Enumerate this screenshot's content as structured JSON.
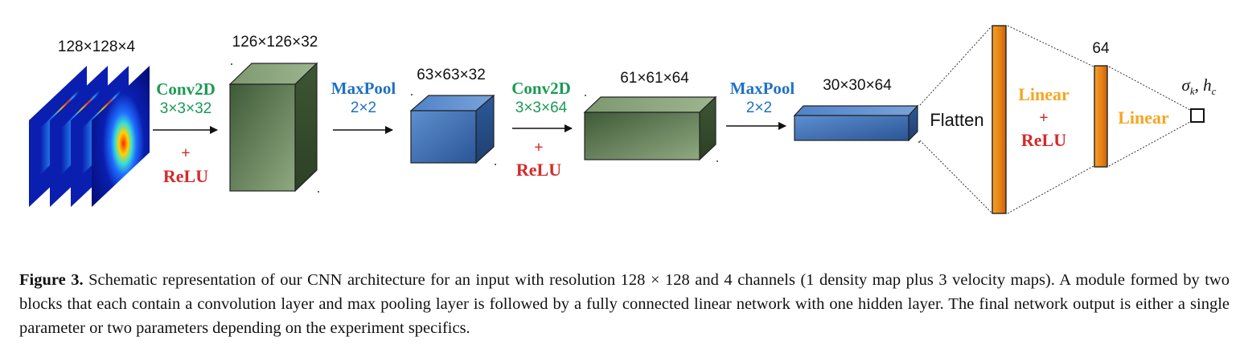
{
  "diagram": {
    "input_dims": "128×128×4",
    "conv1": {
      "name": "Conv2D",
      "kernel": "3×3×32",
      "plus": "+",
      "act": "ReLU",
      "out_dims": "126×126×32"
    },
    "pool1": {
      "name": "MaxPool",
      "size": "2×2",
      "out_dims": "63×63×32"
    },
    "conv2": {
      "name": "Conv2D",
      "kernel": "3×3×64",
      "plus": "+",
      "act": "ReLU",
      "out_dims": "61×61×64"
    },
    "pool2": {
      "name": "MaxPool",
      "size": "2×2",
      "out_dims": "30×30×64"
    },
    "flatten": "Flatten",
    "fc1": {
      "name": "Linear",
      "plus": "+",
      "act": "ReLU"
    },
    "hidden_size": "64",
    "fc2": {
      "name": "Linear"
    },
    "output": {
      "sym1": "σ",
      "sub1": "k",
      "sep": ", ",
      "sym2": "h",
      "sub2": "c"
    }
  },
  "colors": {
    "conv_green": "#1a9a55",
    "pool_blue": "#2170c4",
    "relu_red": "#d42a2a",
    "linear_orange": "#f5a623",
    "green_box": "#6f8a60",
    "blue_box": "#3b6fb0",
    "orange_bar": "#e07b12"
  },
  "caption": {
    "label": "Figure 3.",
    "text": " Schematic representation of our CNN architecture for an input with resolution 128 × 128 and 4 channels (1 density map plus 3 velocity maps). A module formed by two blocks that each contain a convolution layer and max pooling layer is followed by a fully connected linear network with one hidden layer. The final network output is either a single parameter or two parameters depending on the experiment specifics."
  }
}
